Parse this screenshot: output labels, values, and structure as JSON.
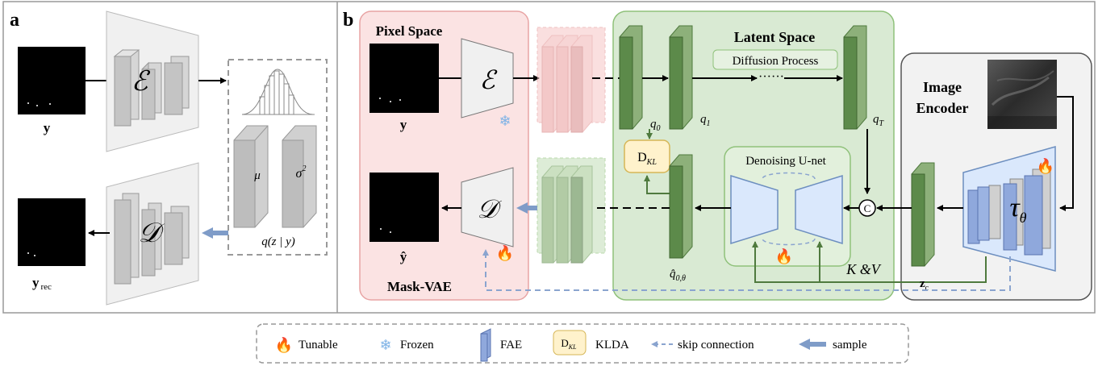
{
  "panel_a": {
    "label": "a",
    "encoder_symbol": "ℰ",
    "decoder_symbol": "𝒟",
    "input_label": "y",
    "output_label_main": "y",
    "output_label_sub": "rec",
    "mu": "μ",
    "sigma": "σ",
    "sigma_sup": "2",
    "posterior": "q(z | y)"
  },
  "panel_b": {
    "label": "b",
    "pixel_space": "Pixel Space",
    "latent_space": "Latent Space",
    "diffusion_process": "Diffusion Process",
    "mask_vae": "Mask-VAE",
    "encoder_symbol": "ℰ",
    "decoder_symbol": "𝒟",
    "input_label": "y",
    "output_label": "ŷ",
    "q0": "q",
    "q0_sub": "0",
    "q1": "q",
    "q1_sub": "1",
    "qT": "q",
    "qT_sub": "T",
    "qhat": "q̂",
    "qhat_sub": "0,θ",
    "dkl_main": "D",
    "dkl_sub": "KL",
    "unet_title": "Denoising U-net",
    "concat_symbol": "C",
    "kv_label": "K &V",
    "image_encoder_line1": "Image",
    "image_encoder_line2": "Encoder",
    "tau": "τ",
    "tau_sub": "θ",
    "zc": "z",
    "zc_sub": "c"
  },
  "legend": {
    "tunable": "Tunable",
    "frozen": "Frozen",
    "fae": "FAE",
    "kld_main": "D",
    "kld_sub": "KL",
    "klda": "KLDA",
    "skip_connection": "skip connection",
    "sample": "sample"
  },
  "colors": {
    "green_block": "#5c8a4a",
    "green_panel": "#d9ead3",
    "pink_panel": "#fbe3e3",
    "blue_arrow": "#7f9cc8",
    "fae_blue": "#8fa8dc",
    "dkl_fill": "#fff2cc"
  }
}
